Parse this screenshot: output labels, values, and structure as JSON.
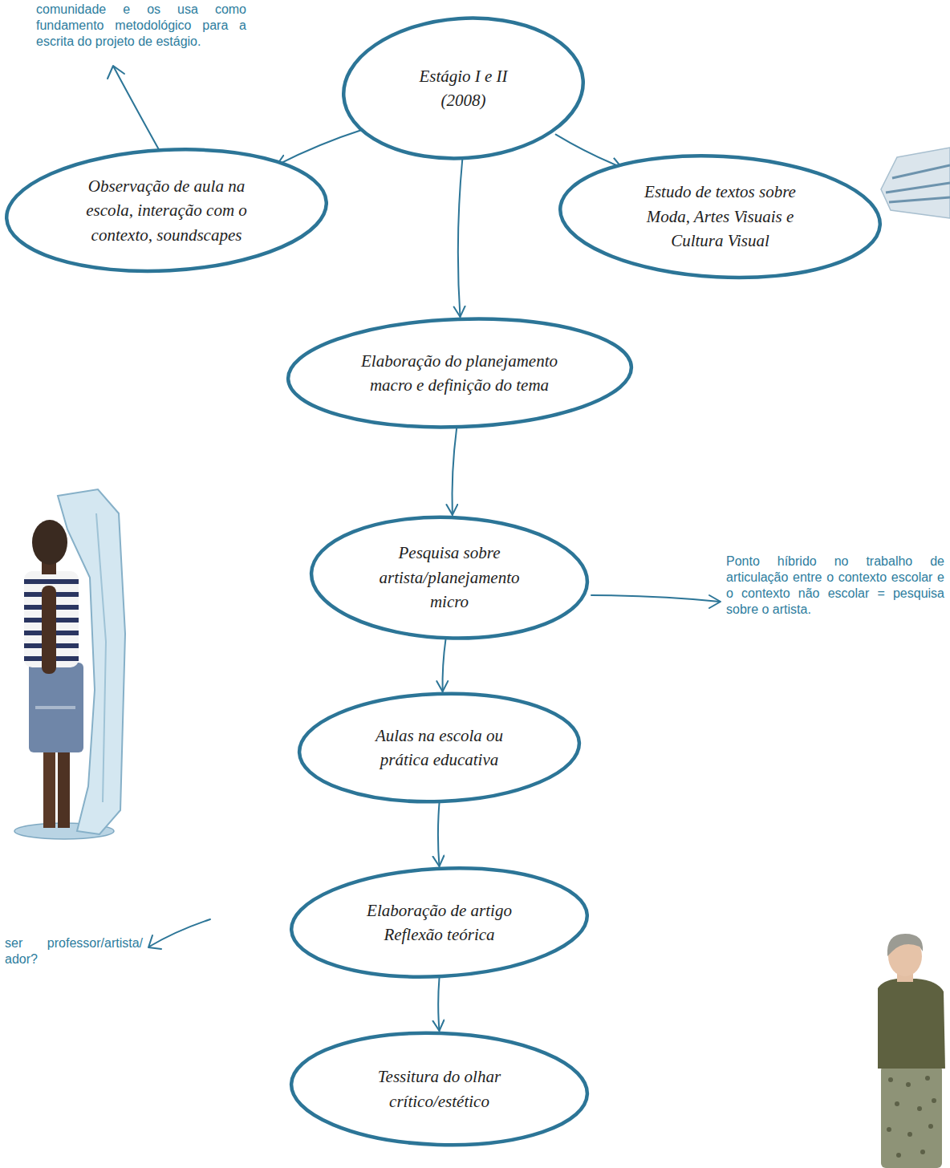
{
  "diagram": {
    "nodes": [
      {
        "text": [
          "Estágio I e II (2008)"
        ]
      },
      {
        "text": [
          "Observação de aula na escola, interação com o contexto, soundscapes"
        ]
      },
      {
        "text": [
          "Estudo de textos sobre Moda, Artes Visuais e Cultura Visual"
        ]
      },
      {
        "text": [
          "Elaboração do planejamento macro e definição do tema"
        ]
      },
      {
        "text": [
          "Pesquisa sobre artista/planejamento micro"
        ]
      },
      {
        "text": [
          "Aulas na escola ou prática educativa"
        ]
      },
      {
        "text": [
          "Elaboração de artigo Reflexão teórica"
        ]
      },
      {
        "text": [
          "Tessitura do olhar crítico/estético"
        ]
      }
    ],
    "edges": [
      {
        "from": 0,
        "to": 1,
        "arrow": "to"
      },
      {
        "from": 0,
        "to": 3,
        "arrow": "to"
      },
      {
        "from": 0,
        "to": 2,
        "arrow": "to"
      },
      {
        "from": 3,
        "to": 4,
        "arrow": "to"
      },
      {
        "from": 4,
        "to": 5,
        "arrow": "to"
      },
      {
        "from": 5,
        "to": 6,
        "arrow": "to"
      },
      {
        "from": 6,
        "to": 7,
        "arrow": "to"
      }
    ],
    "labels": [
      "comunidade e os usa como fundamento metodológico para a escrita do projeto de estágio.",
      "Ponto híbrido no trabalho de articulação entre o contexto escolar e o contexto não escolar = pesquisa sobre o artista.",
      "ser professor/artista/ ador?"
    ]
  }
}
